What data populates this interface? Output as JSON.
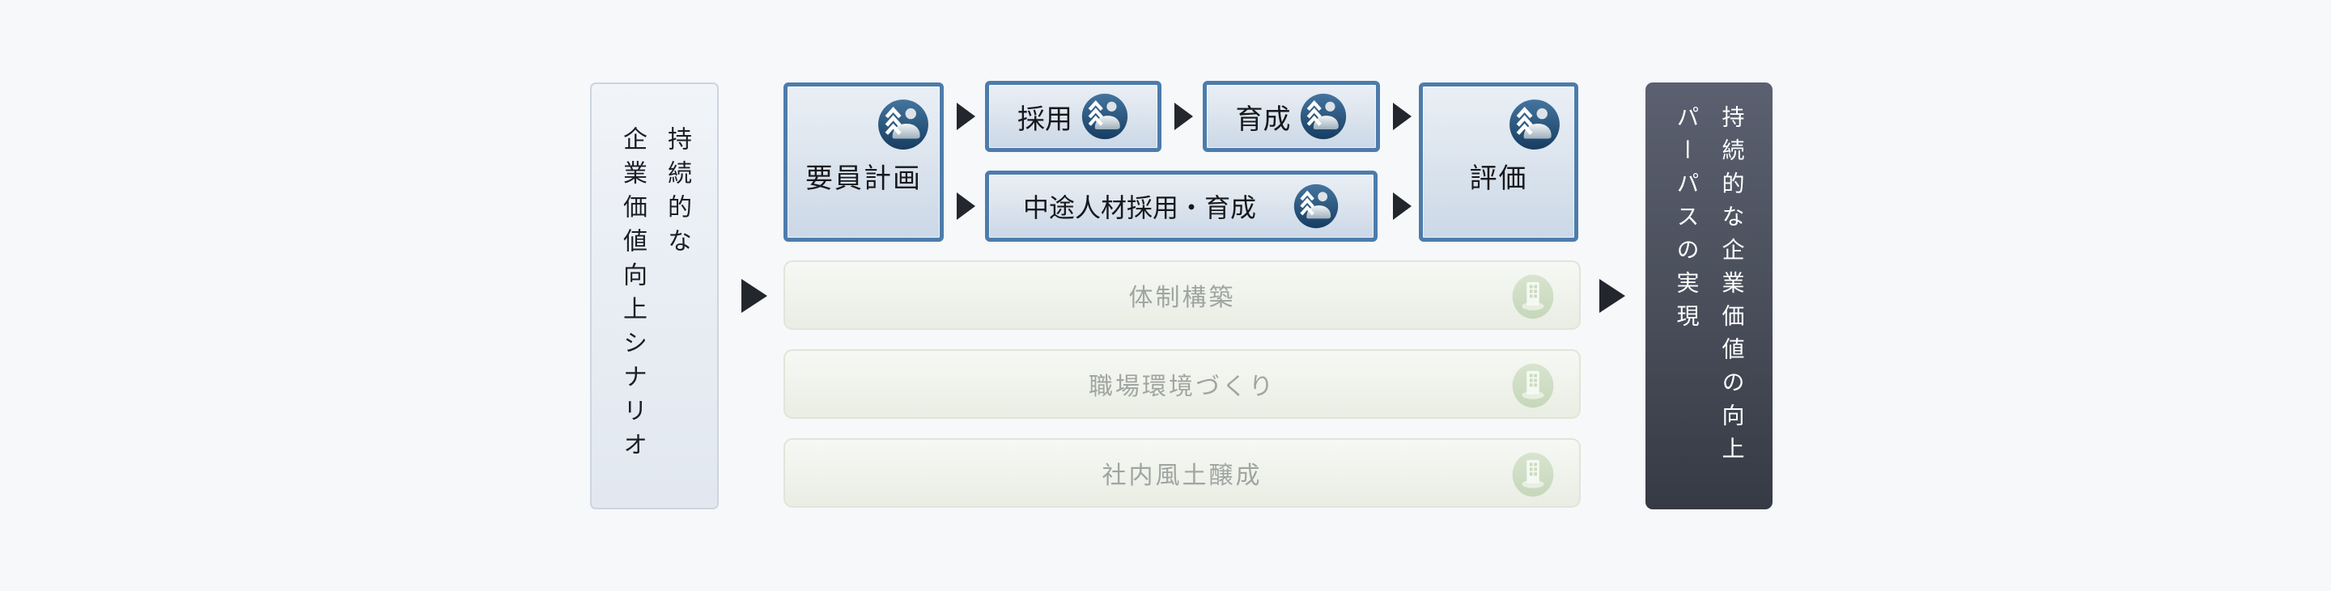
{
  "diagram": {
    "left_panel": {
      "line1": "持続的な",
      "line2": "企業価値向上シナリオ"
    },
    "flow": {
      "planning": "要員計画",
      "recruitment": "採用",
      "development": "育成",
      "mid_career": "中途人材採用・育成",
      "evaluation": "評価"
    },
    "inactive_rows": [
      {
        "label": "体制構築"
      },
      {
        "label": "職場環境づくり"
      },
      {
        "label": "社内風土醸成"
      }
    ],
    "right_panel": {
      "line1": "持続的な企業価値の向上",
      "line2": "パーパスの実現"
    },
    "icons": {
      "person": "person-growth-icon",
      "building": "building-icon",
      "arrow": "arrow-right-icon"
    },
    "colors": {
      "background": "#f7f8fa",
      "accent_border": "#4d7cab",
      "icon_blue_dark": "#173d61",
      "inactive_green": "#cfe0c6",
      "arrow_dark": "#23262d",
      "panel_dark_top": "#5b6070",
      "panel_dark_bottom": "#363a44",
      "inactive_text": "#a0a5a2"
    }
  }
}
